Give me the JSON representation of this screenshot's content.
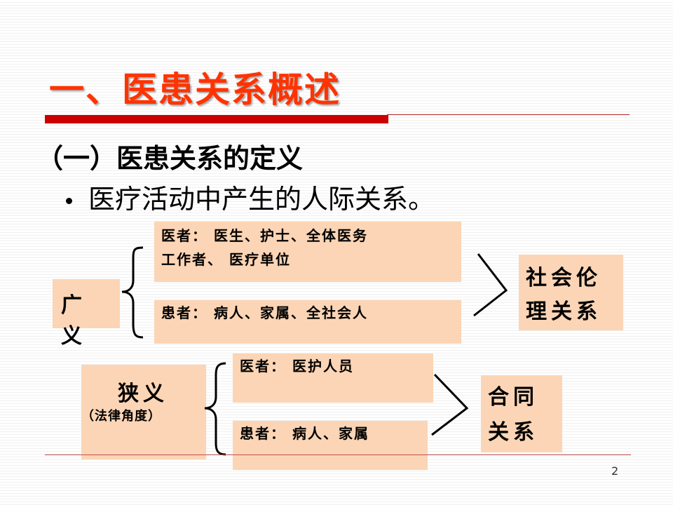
{
  "slide": {
    "title": "一、医患关系概述",
    "subtitle": "（一）医患关系的定义",
    "bullet": "医疗活动中产生的人际关系。",
    "page_number": "2"
  },
  "broad": {
    "label": "广 义",
    "doctor_line1": "医者： 医生、护士、全体医务",
    "doctor_line2": "工作者、 医疗单位",
    "patient": "患者： 病人、家属、全社会人",
    "result_line1": "社会伦",
    "result_line2": "理关系"
  },
  "narrow": {
    "label": "狭义",
    "sublabel": "（法律角度）",
    "doctor": "医者： 医护人员",
    "patient": "患者： 病人、家属",
    "result_line1": "合同",
    "result_line2": "关系"
  },
  "colors": {
    "title": "#ff3300",
    "accent_bar": "#cc0000",
    "box_fill": "#fbd5b5"
  }
}
